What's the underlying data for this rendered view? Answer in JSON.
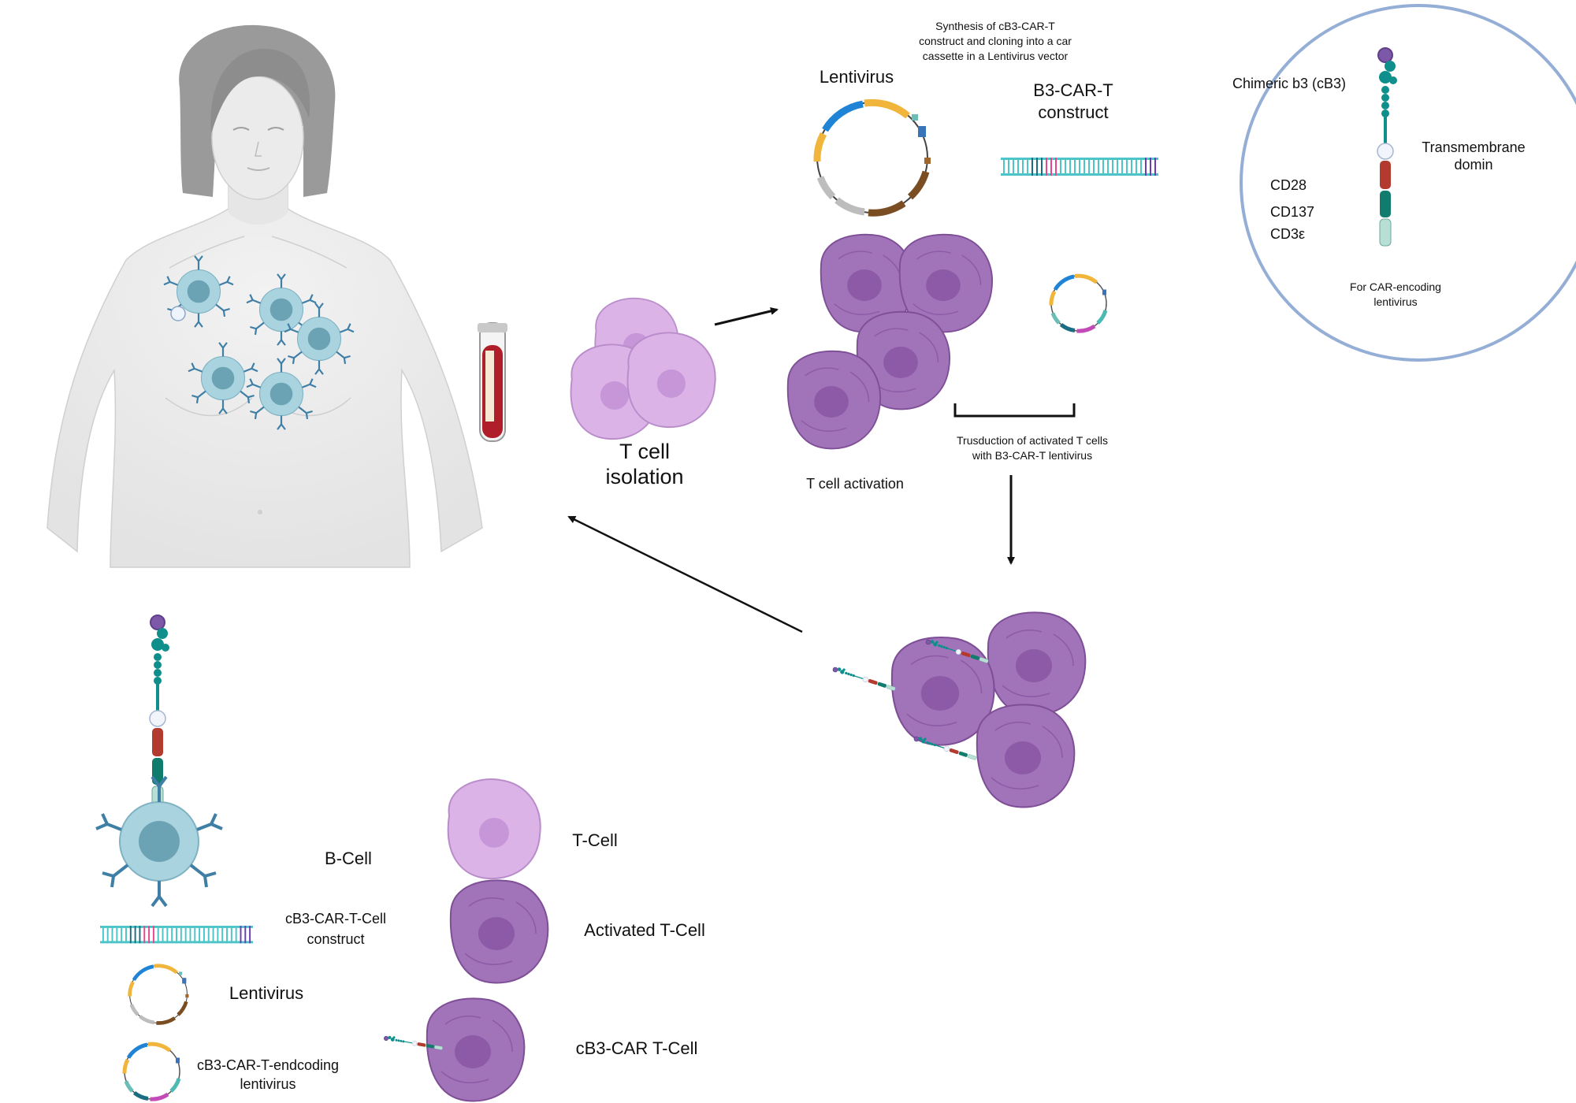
{
  "labels": {
    "synthesis_line1": "Synthesis of cB3-CAR-T",
    "synthesis_line2": "construct and cloning into a car",
    "synthesis_line3": "cassette in a Lentivirus vector",
    "lentivirus_top": "Lentivirus",
    "construct_line1": "B3-CAR-T",
    "construct_line2": "construct",
    "tcell_isolation_line1": "T cell",
    "tcell_isolation_line2": "isolation",
    "tcell_activation": "T cell activation",
    "transduction_line1": "Trusduction of activated T cells",
    "transduction_line2": "with B3-CAR-T lentivirus"
  },
  "inset": {
    "chimeric": "Chimeric b3 (cB3)",
    "transmembrane_line1": "Transmembrane",
    "transmembrane_line2": "domin",
    "cd28": "CD28",
    "cd137": "CD137",
    "cd3e": "CD3ε",
    "footer_line1": "For CAR-encoding",
    "footer_line2": "lentivirus"
  },
  "legend": {
    "b_cell": "B-Cell",
    "t_cell": "T-Cell",
    "construct_line1": "cB3-CAR-T-Cell",
    "construct_line2": "construct",
    "activated_t_cell": "Activated T-Cell",
    "lentivirus": "Lentivirus",
    "encoding_line1": "cB3-CAR-T-endcoding",
    "encoding_line2": "lentivirus",
    "car_t_cell": "cB3-CAR T-Cell"
  },
  "colors": {
    "tcell_fill": "#dbb3e6",
    "activated_fill": "#a173b8",
    "nucleus": "#8c5aa6",
    "bcell_fill": "#a9d3de",
    "bcell_nucleus": "#6ba3b5",
    "antibody": "#3f7fa6",
    "inset_border": "#94aed6",
    "teal": "#0f8f8c",
    "red": "#b23a2e",
    "blood": "#b01e2a"
  },
  "icons": [
    "patient-figure",
    "blood-tube-icon",
    "plasmid-icon",
    "dna-strand-icon",
    "b-cell-icon",
    "t-cell-icon",
    "activated-t-cell-icon",
    "car-receptor-icon"
  ]
}
